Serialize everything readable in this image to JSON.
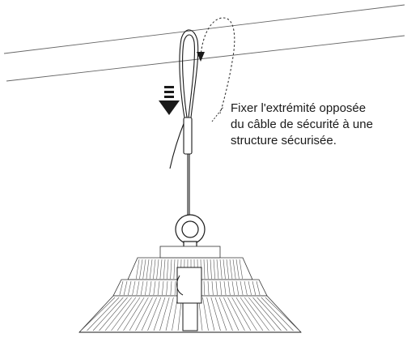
{
  "instruction": {
    "lines": [
      "Fixer l'extrémité opposée",
      "du câble de sécurité à une",
      "structure sécurisée."
    ]
  },
  "illustration": {
    "subject": "high-bay-light-with-safety-cable",
    "line_color": "#1a1a1a"
  }
}
